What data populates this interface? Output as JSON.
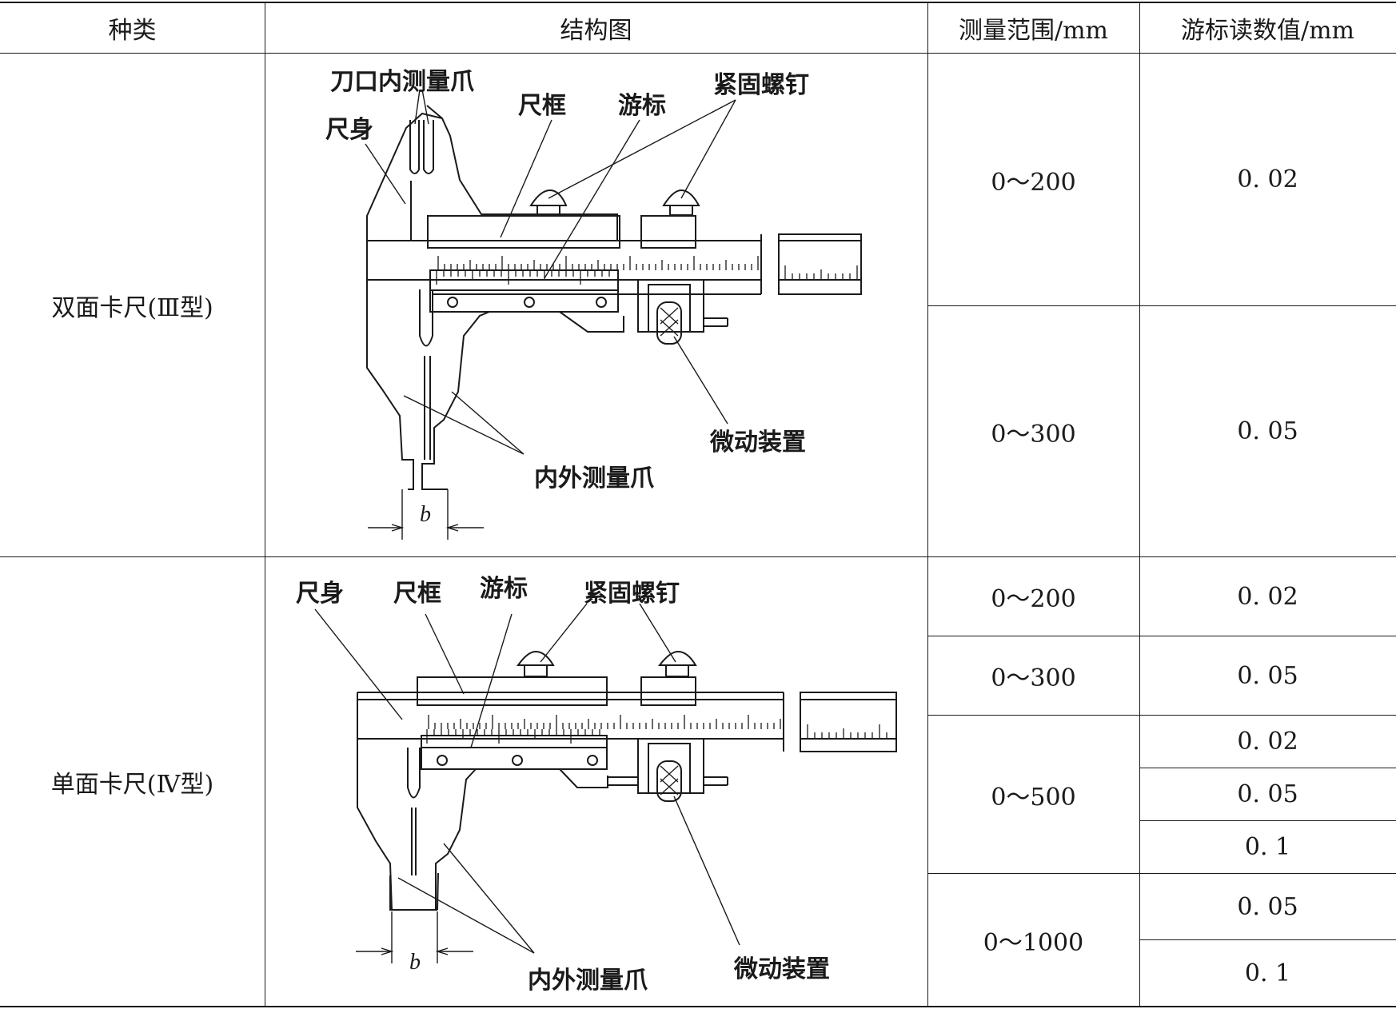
{
  "table": {
    "headers": {
      "kind": "种类",
      "structure": "结构图",
      "range": "测量范围/mm",
      "reading": "游标读数值/mm"
    },
    "rows": [
      {
        "kind": "双面卡尺(Ⅲ型)",
        "ranges": [
          "0～200",
          "0～300"
        ],
        "readings": [
          "0. 02",
          "0. 05"
        ],
        "diagram_labels": {
          "knife_jaw": "刀口内测量爪",
          "body": "尺身",
          "frame": "尺框",
          "vernier": "游标",
          "clamp_screw": "紧固螺钉",
          "fine_adjust": "微动装置",
          "in_out_jaw": "内外测量爪",
          "width_symbol": "b"
        }
      },
      {
        "kind": "单面卡尺(Ⅳ型)",
        "ranges": [
          "0～200",
          "0～300",
          "0～500",
          "0～1000"
        ],
        "readings": [
          "0. 02",
          "0. 05",
          "0. 02",
          "0. 05",
          "0. 1",
          "0. 05",
          "0. 1"
        ],
        "diagram_labels": {
          "body": "尺身",
          "frame": "尺框",
          "vernier": "游标",
          "clamp_screw": "紧固螺钉",
          "fine_adjust": "微动装置",
          "in_out_jaw": "内外测量爪",
          "width_symbol": "b"
        }
      }
    ]
  }
}
